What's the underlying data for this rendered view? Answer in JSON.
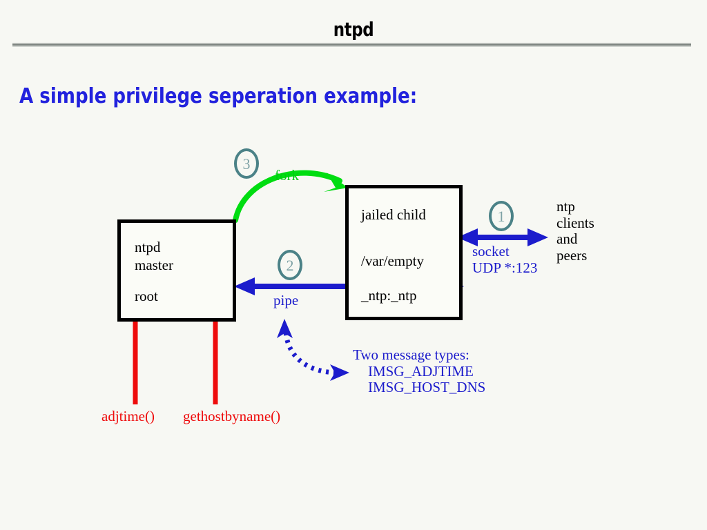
{
  "header": {
    "title": "ntpd",
    "rule": "horizontal-rule"
  },
  "subtitle": "A simple privilege seperation example:",
  "colors": {
    "background": "#f7f8f3",
    "title_text": "#000000",
    "rule": "#7d8580",
    "subtitle_text": "#2222dd",
    "box_border": "#000000",
    "box_fill": "#fbfcf7",
    "blue_arrow": "#1c1ccc",
    "green_arrow": "#00dd11",
    "red_line": "#ee0b0b",
    "step_circle_stroke": "#4b8287",
    "step_circle_number": "#7fa3a6"
  },
  "diagram": {
    "boxes": [
      {
        "id": "master",
        "lines": [
          "ntpd",
          "master",
          "root"
        ]
      },
      {
        "id": "child",
        "lines": [
          "jailed child",
          "/var/empty",
          "_ntp:_ntp"
        ]
      }
    ],
    "steps": [
      {
        "number": "1",
        "relates_to": "socket"
      },
      {
        "number": "2",
        "relates_to": "pipe"
      },
      {
        "number": "3",
        "relates_to": "fork"
      }
    ],
    "labels": {
      "fork": "fork",
      "pipe": "pipe",
      "socket_line1": "socket",
      "socket_line2": "UDP *:123",
      "clients": [
        "ntp",
        "clients",
        "and",
        "peers"
      ],
      "adjtime": "adjtime()",
      "gethostbyname": "gethostbyname()",
      "message_types_title": "Two message types:",
      "message_types": [
        "IMSG_ADJTIME",
        "IMSG_HOST_DNS"
      ]
    },
    "arrows": [
      {
        "name": "fork-arrow",
        "style": "curved-solid",
        "color": "#00dd11",
        "heads": "single"
      },
      {
        "name": "pipe-arrow",
        "style": "straight-solid",
        "color": "#1c1ccc",
        "heads": "double"
      },
      {
        "name": "socket-arrow",
        "style": "straight-solid",
        "color": "#1c1ccc",
        "heads": "double"
      },
      {
        "name": "message-types-arrow",
        "style": "curved-dotted",
        "color": "#1c1ccc",
        "heads": "double"
      },
      {
        "name": "adjtime-line",
        "style": "straight-solid",
        "color": "#ee0b0b",
        "heads": "none"
      },
      {
        "name": "gethostbyname-line",
        "style": "straight-solid",
        "color": "#ee0b0b",
        "heads": "none"
      }
    ]
  }
}
